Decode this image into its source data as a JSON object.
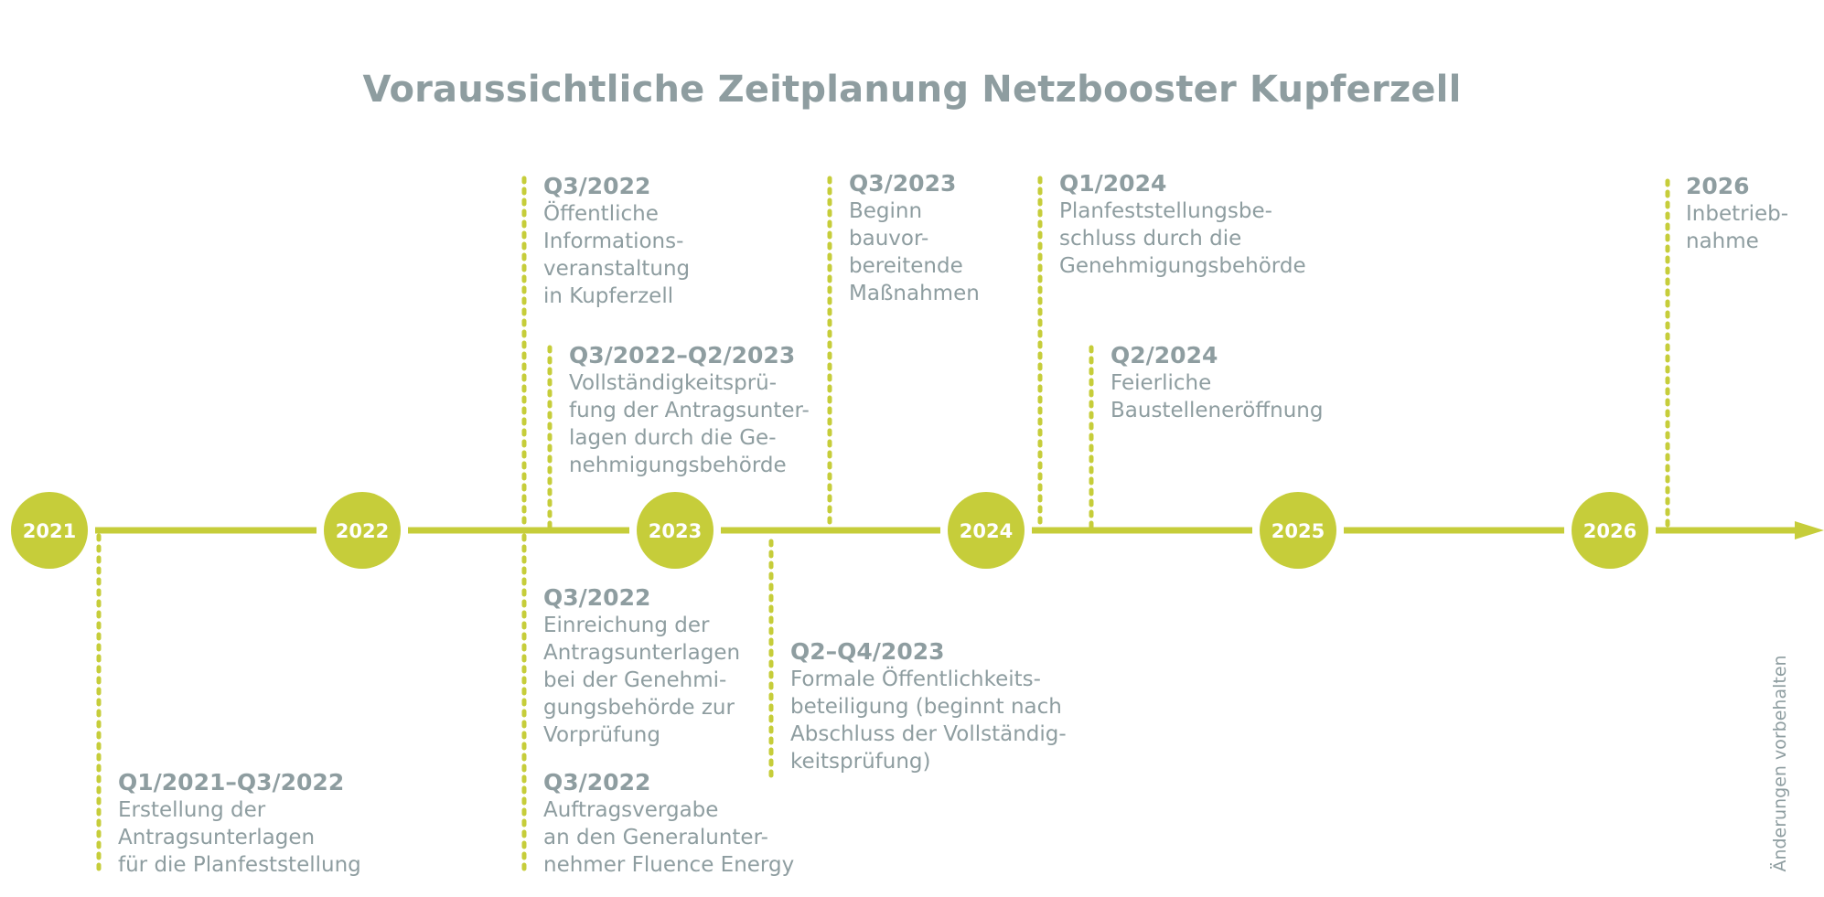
{
  "title": "Voraussichtliche Zeitplanung Netzbooster Kupferzell",
  "colors": {
    "accent": "#c6cd3a",
    "text": "#8e9da0",
    "year_label": "#ffffff"
  },
  "years": [
    "2021",
    "2022",
    "2023",
    "2024",
    "2025",
    "2026"
  ],
  "events": [
    {
      "date": "Q3/2022",
      "desc": "Öffentliche\nInformations-\nveranstaltung\nin Kupferzell"
    },
    {
      "date": "Q3/2022–Q2/2023",
      "desc": "Vollständigkeitsprü-\nfung der Antragsunter-\nlagen durch die Ge-\nnehmigungsbehörde"
    },
    {
      "date": "Q3/2023",
      "desc": "Beginn\nbauvor-\nbereitende\nMaßnahmen"
    },
    {
      "date": "Q1/2024",
      "desc": "Planfeststellungsbe-\nschluss durch die\nGenehmigungsbehörde"
    },
    {
      "date": "Q2/2024",
      "desc": "Feierliche\nBaustelleneröffnung"
    },
    {
      "date": "2026",
      "desc": "Inbetrieb-\nnahme"
    },
    {
      "date": "Q1/2021–Q3/2022",
      "desc": "Erstellung der\nAntragsunterlagen\nfür die Planfeststellung"
    },
    {
      "date": "Q3/2022",
      "desc": "Einreichung der\nAntragsunterlagen\nbei der Genehmi-\ngungsbehörde zur\nVorprüfung"
    },
    {
      "date": "Q3/2022",
      "desc": "Auftragsvergabe\nan den Generalunter-\nnehmer Fluence Energy"
    },
    {
      "date": "Q2–Q4/2023",
      "desc": "Formale Öffentlichkeits-\nbeteiligung (beginnt nach\nAbschluss der Vollständig-\nkeitsprüfung)"
    }
  ],
  "note": "Änderungen vorbehalten"
}
